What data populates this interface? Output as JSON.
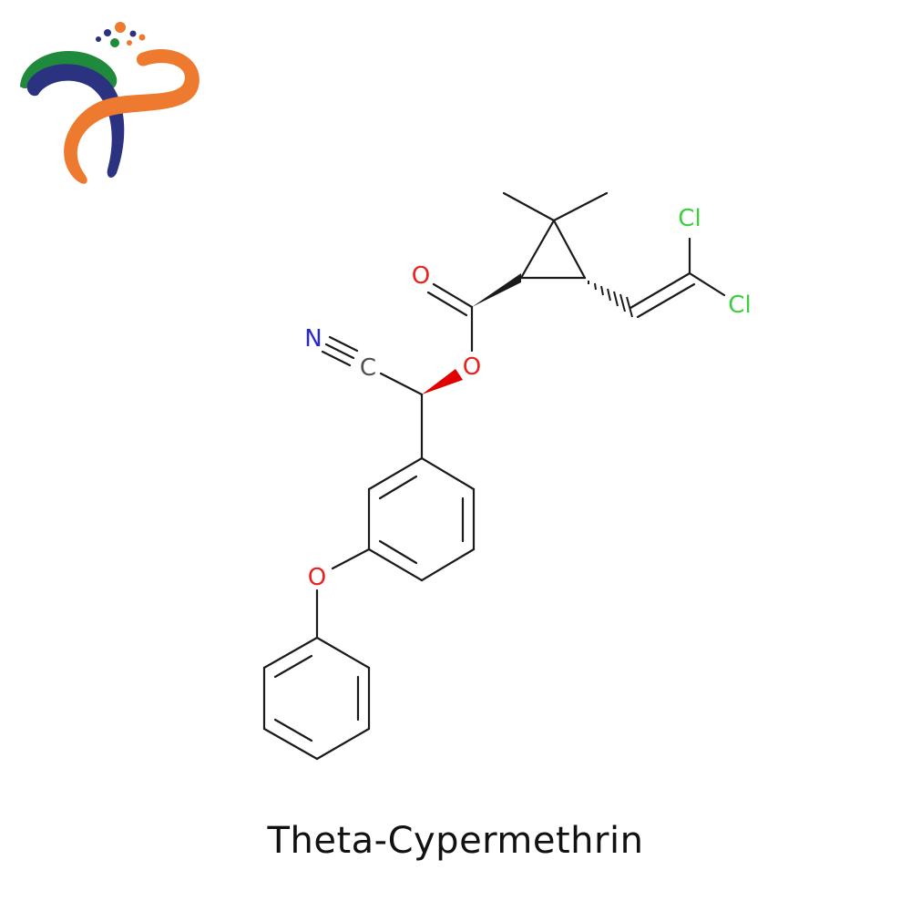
{
  "compound": {
    "name": "Theta-Cypermethrin"
  },
  "atoms": {
    "oxygen_carbonyl": "O",
    "oxygen_ester": "O",
    "oxygen_ether": "O",
    "nitrogen": "N",
    "carbon_nitrile": "C",
    "chlorine_1": "Cl",
    "chlorine_2": "Cl"
  },
  "colors": {
    "logo_green": "#1f8a3c",
    "logo_navy": "#2b3280",
    "logo_orange": "#ee7a30",
    "oxygen": "#e8231f",
    "nitrogen": "#2727d6",
    "chlorine": "#3ccf3c",
    "carbon_label": "#505050",
    "bond": "#1a1a1a",
    "wedge": "#e00000"
  }
}
